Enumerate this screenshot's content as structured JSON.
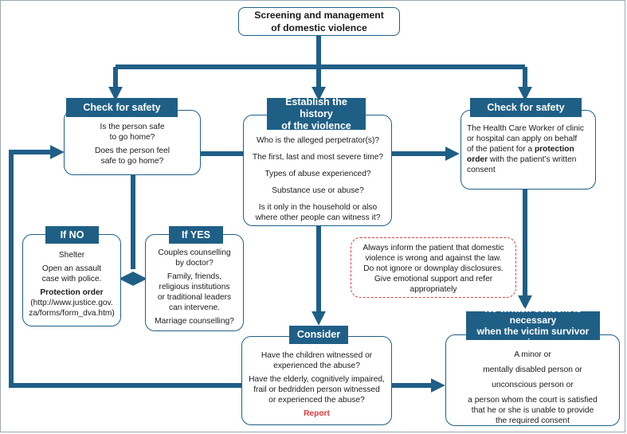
{
  "title": {
    "line1": "Screening and management",
    "line2": "of domestic violence"
  },
  "check_safety_left": {
    "header": "Check for safety",
    "q1_line1": "Is the person safe",
    "q1_line2": "to go home?",
    "q2_line1": "Does the person feel",
    "q2_line2": "safe to go home?"
  },
  "history": {
    "header_line1": "Establish the history",
    "header_line2": "of the violence",
    "items": [
      "Who is the alleged perpetrator(s)?",
      "The first, last and most severe time?",
      "Types of abuse experienced?",
      "Substance use or abuse?"
    ],
    "last_line1": "Is it only in the household or also",
    "last_line2": "where other people can witness it?"
  },
  "check_safety_right": {
    "header": "Check for safety",
    "line1": "The Health Care Worker of clinic",
    "line2": "or hospital can apply on behalf",
    "line3_pre": "of the patient for a ",
    "line3_bold": "protection",
    "line4_bold": "order",
    "line4_post": " with the patient’s written",
    "line5": "consent"
  },
  "if_no": {
    "header": "If NO",
    "shelter": "Shelter",
    "assault_line1": "Open an assault",
    "assault_line2": "case with police.",
    "protection_order": "Protection order",
    "url_line1": "(http://www.justice.gov.",
    "url_line2": "za/forms/form_dva.htm)"
  },
  "if_yes": {
    "header": "If YES",
    "c1_line1": "Couples counselling",
    "c1_line2": "by doctor?",
    "c2_line1": "Family, friends,",
    "c2_line2": "religious institutions",
    "c2_line3": "or traditional leaders",
    "c2_line4": "can intervene.",
    "c3": "Marriage counselling?"
  },
  "note": {
    "line1": "Always inform the patient that domestic",
    "line2": "violence is wrong and against the law.",
    "line3": "Do not ignore or downplay disclosures.",
    "line4": "Give emotional support and refer",
    "line5": "appropriately"
  },
  "consider": {
    "header": "Consider",
    "q1_line1": "Have the children witnessed or",
    "q1_line2": "experienced the abuse?",
    "q2_line1": "Have the elderly, cognitively impaired,",
    "q2_line2": "frail or bedridden person witnessed",
    "q2_line3": "or experienced the abuse?",
    "report": "Report"
  },
  "no_consent": {
    "header_line1": "No written consent is necessary",
    "header_line2": "when the victim survivor is:",
    "i1": "A minor or",
    "i2": "mentally disabled person or",
    "i3": "unconscious person or",
    "i4_line1": "a person whom the court is satisfied",
    "i4_line2": "that he or she is unable to provide",
    "i4_line3": "the required consent"
  },
  "colors": {
    "header_fill": "#1f5f86",
    "arrow": "#1f5f86",
    "report_red": "#e03a3a",
    "note_border": "#e03a3a"
  }
}
